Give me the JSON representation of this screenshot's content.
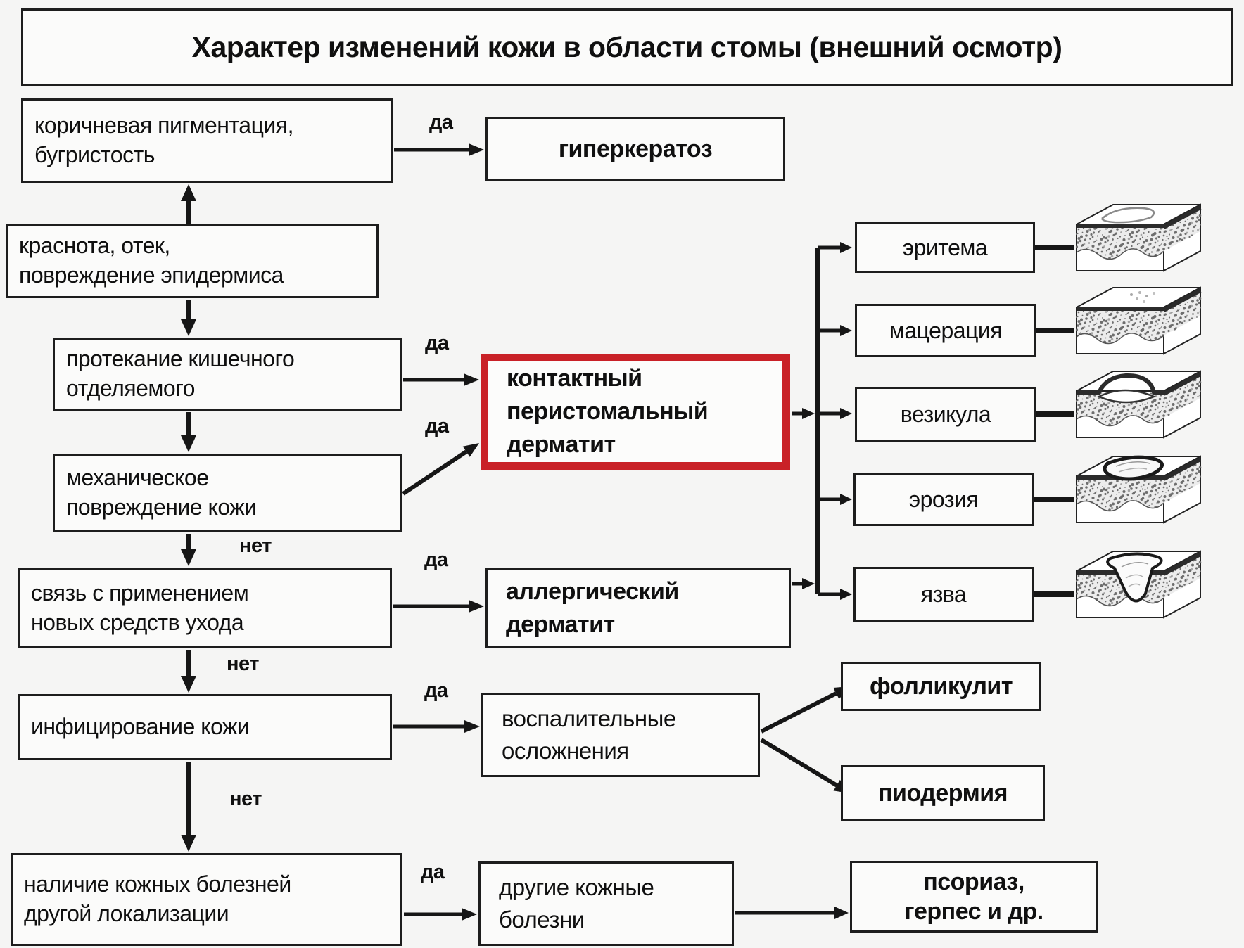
{
  "diagram": {
    "title": "Характер изменений кожи в области стомы (внешний осмотр)",
    "yes_label": "да",
    "no_label": "нет",
    "accent_color": "#c92127",
    "line_color": "#161616",
    "background_color": "#f5f5f4",
    "nodes": {
      "observations": [
        {
          "label": "коричневая пигментация,\nбугристость"
        },
        {
          "label": "краснота, отек,\nповреждение эпидермиса"
        },
        {
          "label": "протекание кишечного\nотделяемого"
        },
        {
          "label": "механическое\nповреждение кожи"
        },
        {
          "label": "связь с применением\nновых средств ухода"
        },
        {
          "label": "инфицирование кожи"
        },
        {
          "label": "наличие кожных болезней\nдругой локализации"
        }
      ],
      "diagnoses": [
        {
          "label": "гиперкератоз"
        },
        {
          "label": "контактный\nперистомальный\nдерматит",
          "highlighted": true
        },
        {
          "label": "аллергический\nдерматит"
        },
        {
          "label": "воспалительные\nосложнения"
        },
        {
          "label": "другие кожные\nболезни"
        }
      ],
      "manifestations": [
        {
          "label": "эритема",
          "icon": "skin-cross-section-erythema-icon"
        },
        {
          "label": "мацерация",
          "icon": "skin-cross-section-maceration-icon"
        },
        {
          "label": "везикула",
          "icon": "skin-cross-section-vesicle-icon"
        },
        {
          "label": "эрозия",
          "icon": "skin-cross-section-erosion-icon"
        },
        {
          "label": "язва",
          "icon": "skin-cross-section-ulcer-icon"
        },
        {
          "label": "фолликулит"
        },
        {
          "label": "пиодермия"
        },
        {
          "label": "псориаз,\nгерпес и др."
        }
      ]
    }
  }
}
